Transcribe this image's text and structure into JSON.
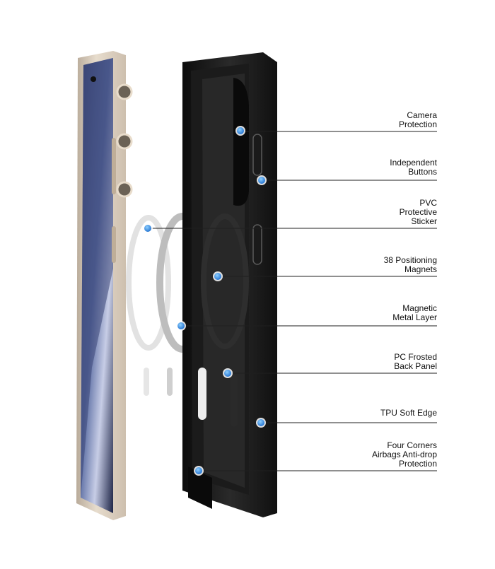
{
  "colors": {
    "accent_dot": "#1e7ad8",
    "leader_line": "#1f1f1f",
    "phone_frame": "#d9ccbd",
    "screen": "#2a3358",
    "case_body": "#121212",
    "ring": "#d0d0d0"
  },
  "callouts": [
    {
      "lines": [
        "Camera",
        "Protection"
      ]
    },
    {
      "lines": [
        "Independent",
        "Buttons"
      ]
    },
    {
      "lines": [
        "PVC",
        "Protective",
        "Sticker"
      ]
    },
    {
      "lines": [
        "38 Positioning",
        "Magnets"
      ]
    },
    {
      "lines": [
        "Magnetic",
        "Metal Layer"
      ]
    },
    {
      "lines": [
        "PC Frosted",
        "Back Panel"
      ]
    },
    {
      "lines": [
        "TPU Soft Edge"
      ]
    },
    {
      "lines": [
        "Four Corners",
        "Airbags Anti-drop",
        "Protection"
      ]
    }
  ]
}
